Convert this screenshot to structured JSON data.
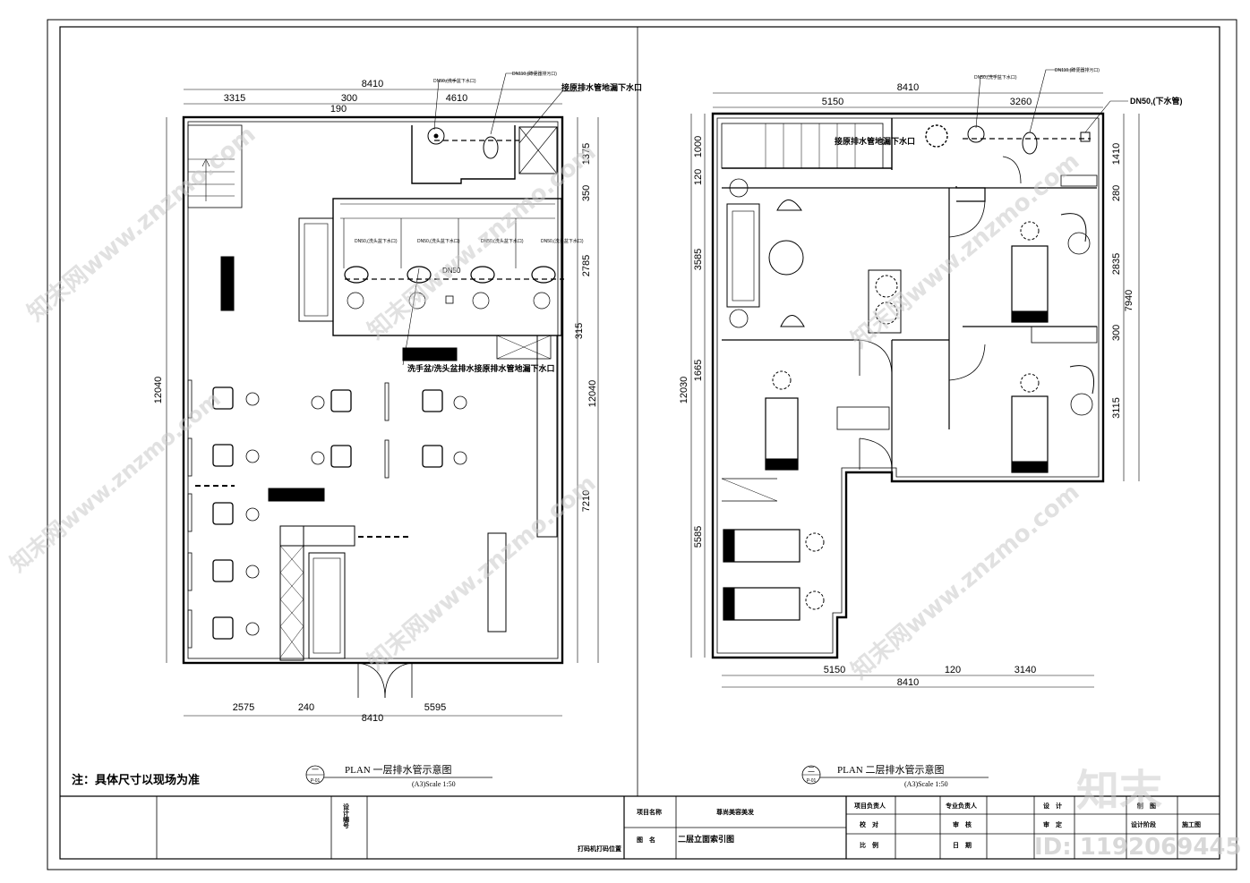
{
  "left_plan": {
    "title": "PLAN 一层排水管示意图",
    "scale": "(A3)Scale 1:50",
    "ref_symbol": "一",
    "ref_sub": "P-01",
    "dims": {
      "top_total": "8410",
      "top_a": "3315",
      "top_b": "300",
      "top_c": "4610",
      "top_d": "190",
      "bottom_a": "2575",
      "bottom_b": "240",
      "bottom_c": "5595",
      "bottom_total": "8410",
      "left_total": "12040",
      "right_total": "12040",
      "right_a": "1375",
      "right_b": "350",
      "right_c": "2785",
      "right_d": "315",
      "right_e": "7210"
    },
    "labels": {
      "floor_drain_top": "接原排水管地漏下水口",
      "small_label_1": "DN50,(洗手盆下水口)",
      "small_label_2": "DN110,(蹲便器排污口)",
      "sink_label": "DN50,(洗头盆下水口)",
      "dn50": "DN50",
      "basin_note": "洗手盆/洗头盆排水接原排水管地漏下水口"
    }
  },
  "right_plan": {
    "title": "PLAN 二层排水管示意图",
    "scale": "(A3)Scale 1:50",
    "ref_symbol": "二",
    "ref_sub": "P-01",
    "dims": {
      "top_total": "8410",
      "top_a": "5150",
      "top_b": "3260",
      "bottom_a": "5150",
      "bottom_b": "120",
      "bottom_c": "3140",
      "bottom_total": "8410",
      "left_total": "12030",
      "left_a": "120",
      "left_b": "1000",
      "left_c": "3585",
      "left_d": "1665",
      "left_e": "5585",
      "right_total": "7940",
      "right_a": "1410",
      "right_b": "280",
      "right_c": "2835",
      "right_d": "300",
      "right_e": "3115"
    },
    "labels": {
      "dn50_down": "DN50,(下水管)",
      "floor_drain": "接原排水管地漏下水口",
      "small_label_1": "DN50,(洗手盆下水口)",
      "small_label_2": "DN110,(蹲便器排污口)"
    }
  },
  "note": "注：具体尺寸以现场为准",
  "title_block": {
    "design_no": "设计编号",
    "print_pos": "打码机打码位置",
    "project_name_label": "项目名称",
    "project_name": "尊尚美容美发",
    "drawing_name_label": "图　名",
    "drawing_name": "二层立面索引图",
    "project_lead": "项目负责人",
    "proofread": "校　对",
    "scale_label": "比　例",
    "discipline_lead": "专业负责人",
    "review": "审　核",
    "date": "日　期",
    "design": "设　计",
    "approve": "审　定",
    "drafting": "制　图",
    "design_stage": "设计阶段",
    "construction_drawing": "施工图"
  },
  "watermark": {
    "brand": "知末",
    "id": "ID: 1192069445",
    "url_text": "知末网www.znzmo.com"
  }
}
